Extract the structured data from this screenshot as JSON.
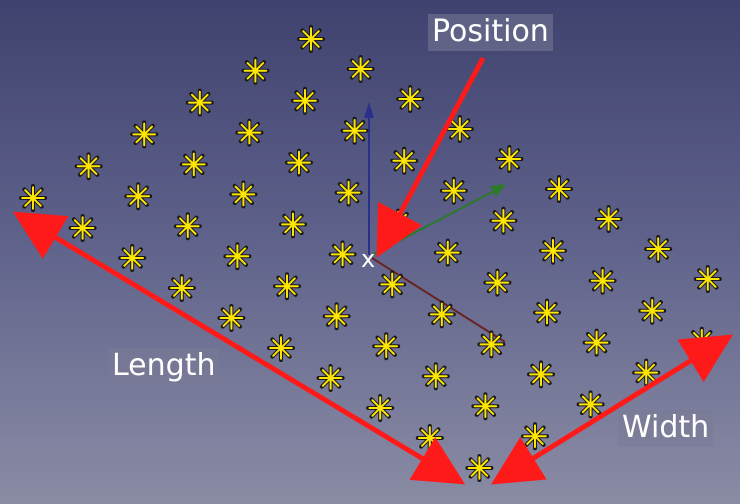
{
  "labels": {
    "position": "Position",
    "length": "Length",
    "width": "Width",
    "origin": "x"
  },
  "colors": {
    "arrow": "#ff1a1a",
    "marker_fill": "#ffe600",
    "marker_stroke": "#1a1a1a",
    "axis_z": "#2a2f8a",
    "axis_y": "#2a7a2a",
    "axis_x": "#7a2a2a"
  },
  "grid": {
    "rows": 6,
    "columns": 10,
    "marker_icon": "asterisk-marker-icon"
  }
}
